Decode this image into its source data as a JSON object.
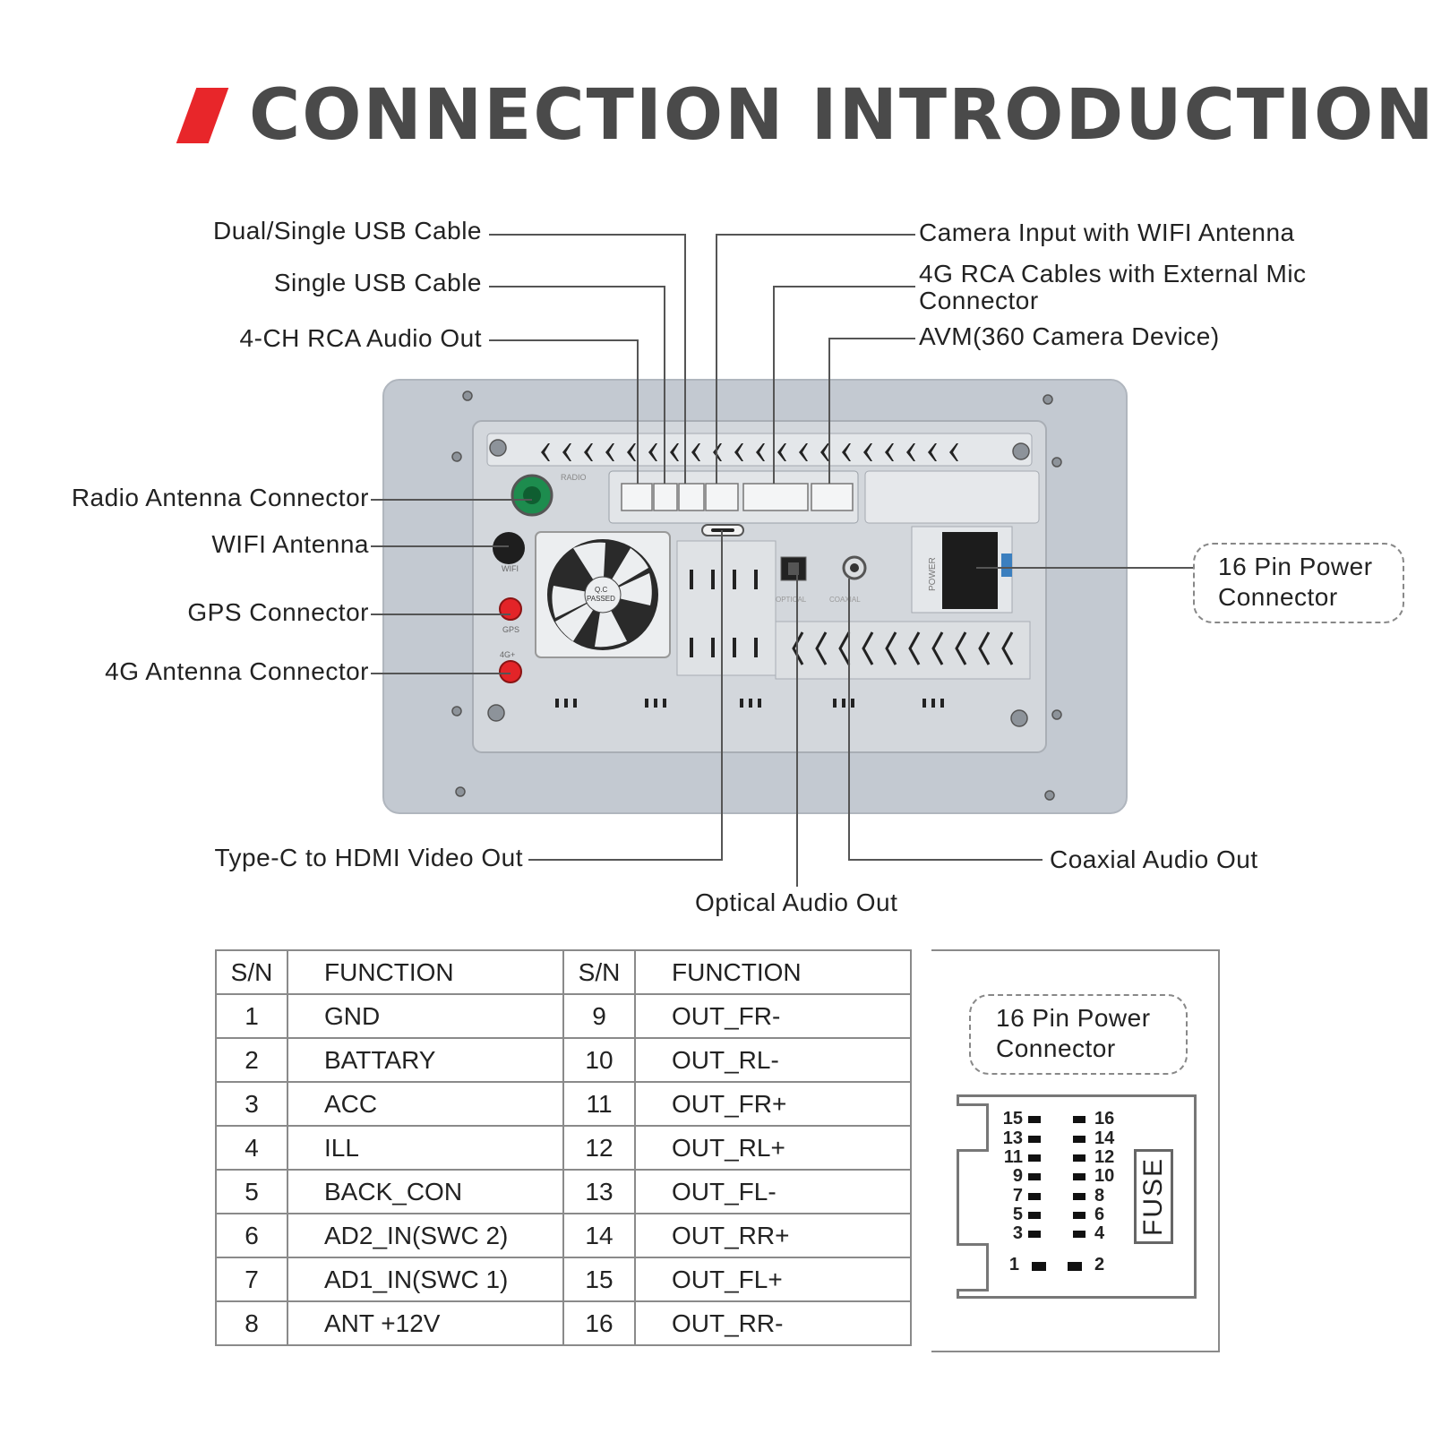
{
  "header": {
    "title": "CONNECTION INTRODUCTION",
    "accent_color": "#e8262a"
  },
  "labels": {
    "dual_usb": "Dual/Single USB Cable",
    "single_usb": "Single USB Cable",
    "rca_audio": "4-CH RCA Audio Out",
    "camera_wifi": "Camera Input with WIFI Antenna",
    "rca_4g_line1": "4G RCA Cables with External Mic",
    "rca_4g_line2": "Connector",
    "avm": "AVM(360 Camera Device)",
    "radio_antenna": "Radio Antenna Connector",
    "wifi_antenna": "WIFI  Antenna",
    "gps": "GPS Connector",
    "antenna_4g": "4G Antenna Connector",
    "power_16pin_line1": "16 Pin Power",
    "power_16pin_line2": "Connector",
    "typec_hdmi": "Type-C to HDMI Video Out",
    "optical": "Optical Audio Out",
    "coaxial": "Coaxial Audio Out"
  },
  "device_markings": {
    "radio": "RADIO",
    "wifi": "WIFI",
    "gps": "GPS",
    "g4": "4G+",
    "optical": "OPTICAL",
    "coaxial": "COAXIAL",
    "power": "POWER",
    "fan_badge_1": "Q.C",
    "fan_badge_2": "PASSED"
  },
  "pin_table": {
    "headers": [
      "S/N",
      "FUNCTION",
      "S/N",
      "FUNCTION"
    ],
    "rows": [
      [
        "1",
        "GND",
        "9",
        "OUT_FR-"
      ],
      [
        "2",
        "BATTARY",
        "10",
        "OUT_RL-"
      ],
      [
        "3",
        "ACC",
        "11",
        "OUT_FR+"
      ],
      [
        "4",
        "ILL",
        "12",
        "OUT_RL+"
      ],
      [
        "5",
        "BACK_CON",
        "13",
        "OUT_FL-"
      ],
      [
        "6",
        "AD2_IN(SWC 2)",
        "14",
        "OUT_RR+"
      ],
      [
        "7",
        "AD1_IN(SWC 1)",
        "15",
        "OUT_FL+"
      ],
      [
        "8",
        "ANT +12V",
        "16",
        "OUT_RR-"
      ]
    ]
  },
  "connector_panel": {
    "title_line1": "16 Pin Power",
    "title_line2": "Connector",
    "left_pins": [
      "15",
      "13",
      "11",
      "9",
      "7",
      "5",
      "3",
      "1"
    ],
    "right_pins": [
      "16",
      "14",
      "12",
      "10",
      "8",
      "6",
      "4",
      "2"
    ],
    "fuse_label": "FUSE"
  }
}
